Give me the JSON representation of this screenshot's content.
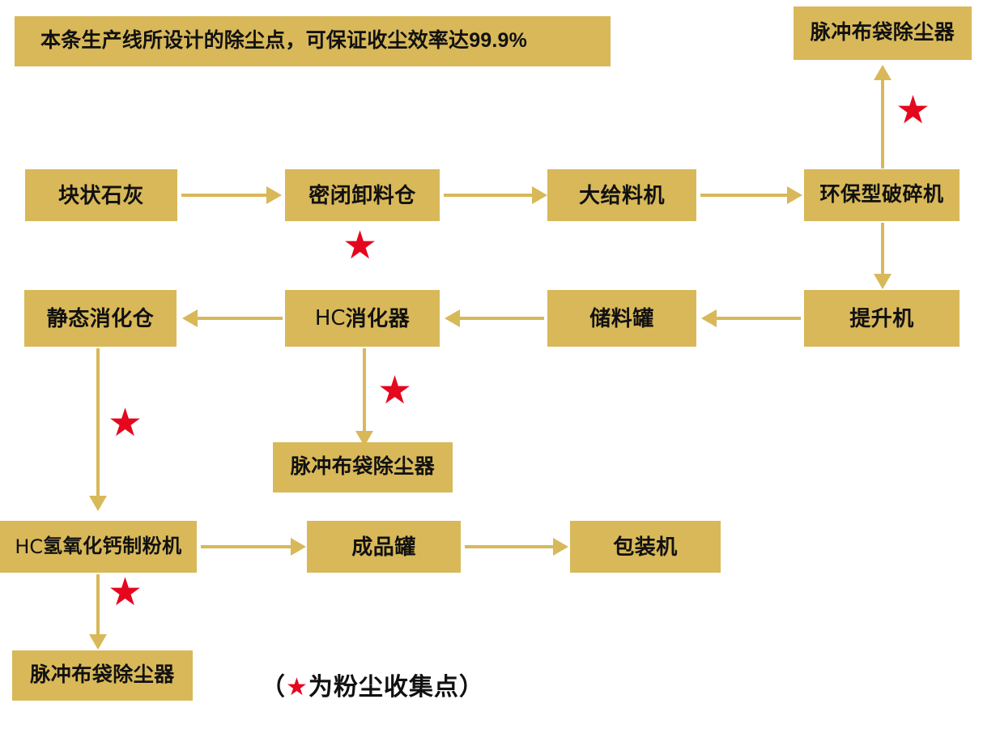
{
  "diagram": {
    "title_banner": "本条生产线所设计的除尘点，可保证收尘效率达99.9%",
    "legend": {
      "open_paren": "（",
      "star_glyph": "★",
      "text": "为粉尘收集点",
      "close_paren": "）"
    },
    "colors": {
      "box_fill": "#d8b859",
      "connector": "#d8b859",
      "star": "#e4071e",
      "text": "#111111",
      "background": "#ffffff"
    },
    "nodes": [
      {
        "id": "dust-collector-top-right",
        "label": "脉冲布袋除尘器"
      },
      {
        "id": "lump-lime",
        "label": "块状石灰"
      },
      {
        "id": "sealed-hopper",
        "label": "密闭卸料仓"
      },
      {
        "id": "large-feeder",
        "label": "大给料机"
      },
      {
        "id": "eco-crusher",
        "label": "环保型破碎机"
      },
      {
        "id": "static-digester",
        "label": "静态消化仓"
      },
      {
        "id": "hc-digester",
        "label": "HC消化器",
        "lead": "HC",
        "rest": "消化器"
      },
      {
        "id": "storage-tank",
        "label": "储料罐"
      },
      {
        "id": "elevator",
        "label": "提升机"
      },
      {
        "id": "dust-collector-middle",
        "label": "脉冲布袋除尘器"
      },
      {
        "id": "hc-hydroxide-mill",
        "label": "HC氢氧化钙制粉机",
        "lead": "HC",
        "rest": "氢氧化钙制粉机"
      },
      {
        "id": "product-tank",
        "label": "成品罐"
      },
      {
        "id": "packing-machine",
        "label": "包装机"
      },
      {
        "id": "dust-collector-bottom",
        "label": "脉冲布袋除尘器"
      }
    ],
    "star_markers": [
      {
        "near": "eco-crusher-to-collector"
      },
      {
        "near": "sealed-hopper"
      },
      {
        "near": "hc-digester-to-collector"
      },
      {
        "near": "static-digester-to-mill"
      },
      {
        "near": "mill-to-collector"
      }
    ],
    "flow": [
      {
        "from": "块状石灰",
        "to": "密闭卸料仓"
      },
      {
        "from": "密闭卸料仓",
        "to": "大给料机"
      },
      {
        "from": "大给料机",
        "to": "环保型破碎机"
      },
      {
        "from": "环保型破碎机",
        "to": "脉冲布袋除尘器"
      },
      {
        "from": "环保型破碎机",
        "to": "提升机"
      },
      {
        "from": "提升机",
        "to": "储料罐"
      },
      {
        "from": "储料罐",
        "to": "HC消化器"
      },
      {
        "from": "HC消化器",
        "to": "静态消化仓"
      },
      {
        "from": "HC消化器",
        "to": "脉冲布袋除尘器"
      },
      {
        "from": "静态消化仓",
        "to": "HC氢氧化钙制粉机"
      },
      {
        "from": "HC氢氧化钙制粉机",
        "to": "成品罐"
      },
      {
        "from": "HC氢氧化钙制粉机",
        "to": "脉冲布袋除尘器"
      },
      {
        "from": "成品罐",
        "to": "包装机"
      }
    ]
  }
}
